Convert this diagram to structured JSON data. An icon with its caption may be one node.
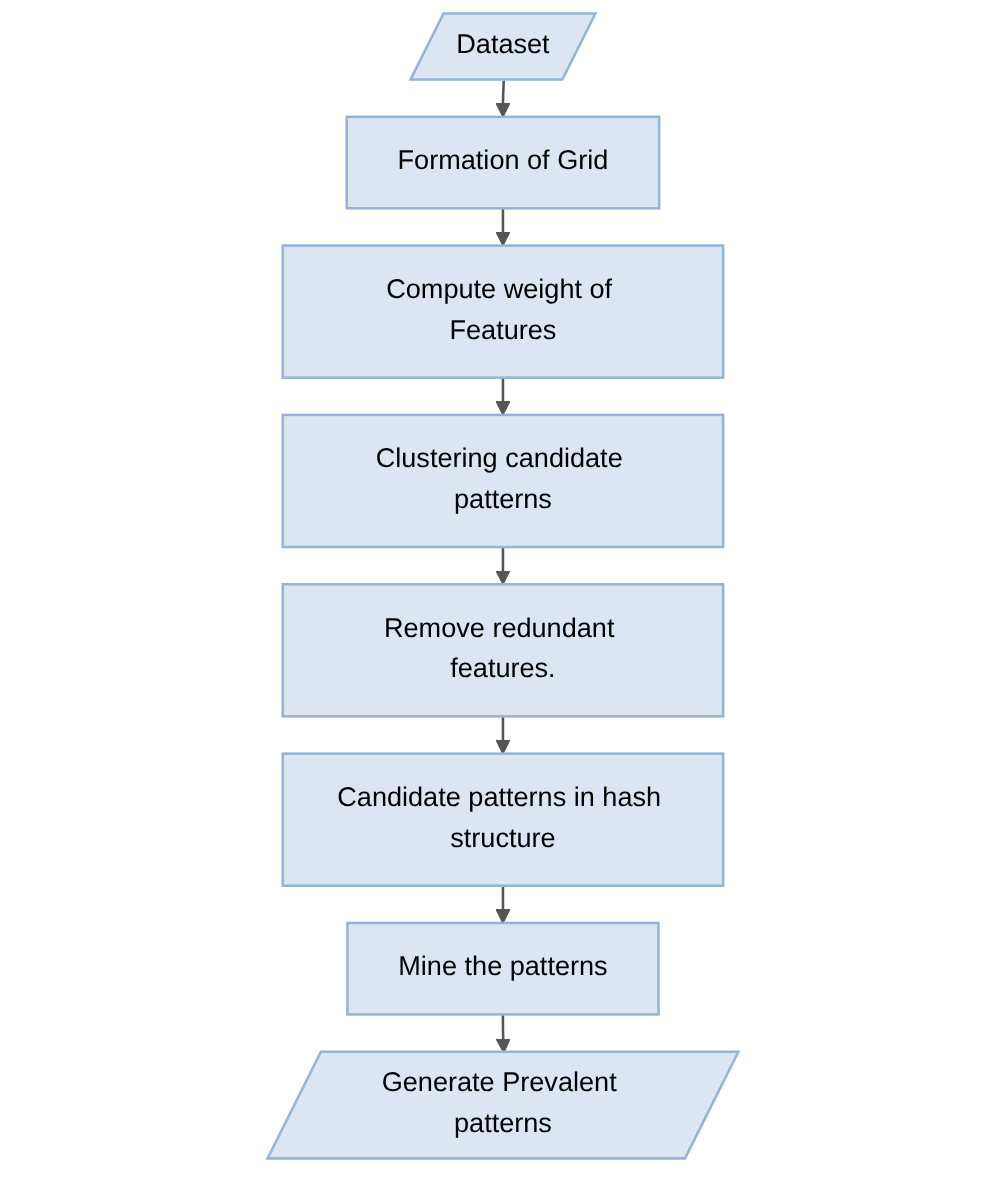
{
  "diagram": {
    "nodes": [
      {
        "text": [
          "Dataset"
        ]
      },
      {
        "text": [
          "Formation of Grid"
        ]
      },
      {
        "text": [
          "Compute weight of Features"
        ]
      },
      {
        "text": [
          "Clustering candidate patterns"
        ]
      },
      {
        "text": [
          "Remove redundant features."
        ]
      },
      {
        "text": [
          "Candidate patterns in hash structure"
        ]
      },
      {
        "text": [
          "Mine the patterns"
        ]
      },
      {
        "text": [
          "Generate Prevalent patterns"
        ]
      }
    ],
    "edges": [
      {
        "from": 0,
        "to": 1,
        "arrow": "to"
      },
      {
        "from": 1,
        "to": 2,
        "arrow": "to"
      },
      {
        "from": 2,
        "to": 3,
        "arrow": "to"
      },
      {
        "from": 3,
        "to": 4,
        "arrow": "to"
      },
      {
        "from": 4,
        "to": 5,
        "arrow": "to"
      },
      {
        "from": 5,
        "to": 6,
        "arrow": "to"
      },
      {
        "from": 6,
        "to": 7,
        "arrow": "to"
      }
    ]
  }
}
